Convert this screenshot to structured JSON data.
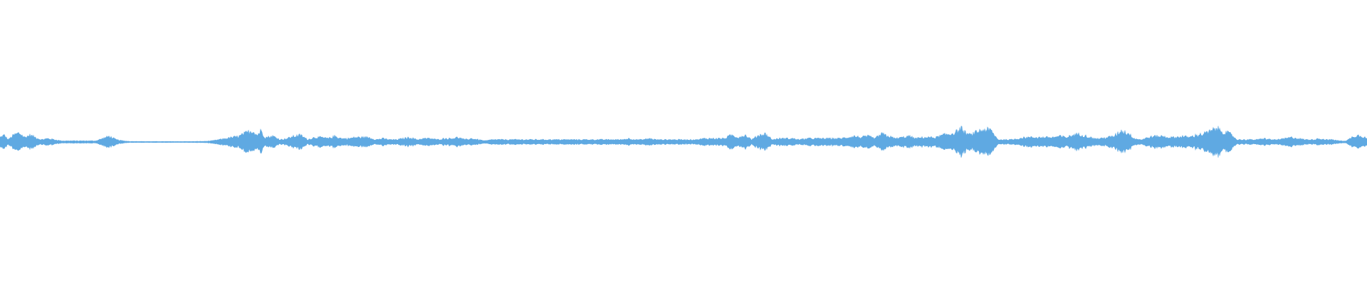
{
  "waveform": {
    "color": "#5fa9e2",
    "background": "#ffffff",
    "amplitude_envelope": [
      [
        0.0,
        0.04
      ],
      [
        0.003,
        0.06
      ],
      [
        0.006,
        0.02
      ],
      [
        0.01,
        0.06
      ],
      [
        0.014,
        0.08
      ],
      [
        0.018,
        0.04
      ],
      [
        0.022,
        0.06
      ],
      [
        0.026,
        0.04
      ],
      [
        0.03,
        0.02
      ],
      [
        0.035,
        0.03
      ],
      [
        0.04,
        0.02
      ],
      [
        0.045,
        0.01
      ],
      [
        0.05,
        0.01
      ],
      [
        0.055,
        0.01
      ],
      [
        0.06,
        0.01
      ],
      [
        0.065,
        0.01
      ],
      [
        0.07,
        0.01
      ],
      [
        0.075,
        0.03
      ],
      [
        0.08,
        0.05
      ],
      [
        0.085,
        0.02
      ],
      [
        0.09,
        0.01
      ],
      [
        0.095,
        0.005
      ],
      [
        0.1,
        0.005
      ],
      [
        0.11,
        0.004
      ],
      [
        0.12,
        0.004
      ],
      [
        0.125,
        0.004
      ],
      [
        0.13,
        0.004
      ],
      [
        0.135,
        0.004
      ],
      [
        0.14,
        0.004
      ],
      [
        0.15,
        0.006
      ],
      [
        0.155,
        0.01
      ],
      [
        0.16,
        0.02
      ],
      [
        0.165,
        0.03
      ],
      [
        0.17,
        0.04
      ],
      [
        0.175,
        0.05
      ],
      [
        0.18,
        0.08
      ],
      [
        0.185,
        0.1
      ],
      [
        0.188,
        0.06
      ],
      [
        0.191,
        0.1
      ],
      [
        0.194,
        0.04
      ],
      [
        0.2,
        0.05
      ],
      [
        0.205,
        0.02
      ],
      [
        0.21,
        0.03
      ],
      [
        0.215,
        0.05
      ],
      [
        0.22,
        0.06
      ],
      [
        0.225,
        0.02
      ],
      [
        0.23,
        0.04
      ],
      [
        0.235,
        0.04
      ],
      [
        0.24,
        0.03
      ],
      [
        0.245,
        0.05
      ],
      [
        0.25,
        0.03
      ],
      [
        0.255,
        0.03
      ],
      [
        0.26,
        0.04
      ],
      [
        0.265,
        0.04
      ],
      [
        0.27,
        0.04
      ],
      [
        0.275,
        0.02
      ],
      [
        0.28,
        0.03
      ],
      [
        0.285,
        0.02
      ],
      [
        0.29,
        0.02
      ],
      [
        0.295,
        0.03
      ],
      [
        0.3,
        0.04
      ],
      [
        0.305,
        0.02
      ],
      [
        0.31,
        0.03
      ],
      [
        0.315,
        0.03
      ],
      [
        0.32,
        0.02
      ],
      [
        0.325,
        0.03
      ],
      [
        0.33,
        0.03
      ],
      [
        0.335,
        0.04
      ],
      [
        0.34,
        0.02
      ],
      [
        0.345,
        0.03
      ],
      [
        0.35,
        0.02
      ],
      [
        0.355,
        0.01
      ],
      [
        0.36,
        0.02
      ],
      [
        0.365,
        0.02
      ],
      [
        0.37,
        0.02
      ],
      [
        0.375,
        0.02
      ],
      [
        0.38,
        0.02
      ],
      [
        0.385,
        0.02
      ],
      [
        0.39,
        0.02
      ],
      [
        0.395,
        0.02
      ],
      [
        0.4,
        0.02
      ],
      [
        0.405,
        0.02
      ],
      [
        0.41,
        0.02
      ],
      [
        0.415,
        0.02
      ],
      [
        0.42,
        0.02
      ],
      [
        0.425,
        0.02
      ],
      [
        0.43,
        0.02
      ],
      [
        0.435,
        0.02
      ],
      [
        0.44,
        0.02
      ],
      [
        0.445,
        0.02
      ],
      [
        0.45,
        0.02
      ],
      [
        0.455,
        0.02
      ],
      [
        0.46,
        0.03
      ],
      [
        0.465,
        0.02
      ],
      [
        0.47,
        0.02
      ],
      [
        0.475,
        0.03
      ],
      [
        0.48,
        0.02
      ],
      [
        0.485,
        0.02
      ],
      [
        0.49,
        0.02
      ],
      [
        0.495,
        0.02
      ],
      [
        0.5,
        0.02
      ],
      [
        0.505,
        0.02
      ],
      [
        0.51,
        0.02
      ],
      [
        0.515,
        0.03
      ],
      [
        0.52,
        0.03
      ],
      [
        0.525,
        0.03
      ],
      [
        0.53,
        0.03
      ],
      [
        0.535,
        0.06
      ],
      [
        0.54,
        0.04
      ],
      [
        0.545,
        0.06
      ],
      [
        0.55,
        0.02
      ],
      [
        0.555,
        0.06
      ],
      [
        0.56,
        0.07
      ],
      [
        0.565,
        0.02
      ],
      [
        0.57,
        0.03
      ],
      [
        0.575,
        0.03
      ],
      [
        0.58,
        0.03
      ],
      [
        0.585,
        0.02
      ],
      [
        0.59,
        0.03
      ],
      [
        0.595,
        0.03
      ],
      [
        0.6,
        0.03
      ],
      [
        0.605,
        0.03
      ],
      [
        0.61,
        0.03
      ],
      [
        0.615,
        0.03
      ],
      [
        0.62,
        0.04
      ],
      [
        0.625,
        0.05
      ],
      [
        0.63,
        0.04
      ],
      [
        0.635,
        0.05
      ],
      [
        0.64,
        0.03
      ],
      [
        0.645,
        0.07
      ],
      [
        0.65,
        0.05
      ],
      [
        0.655,
        0.03
      ],
      [
        0.66,
        0.04
      ],
      [
        0.665,
        0.05
      ],
      [
        0.67,
        0.03
      ],
      [
        0.675,
        0.04
      ],
      [
        0.68,
        0.04
      ],
      [
        0.685,
        0.04
      ],
      [
        0.69,
        0.06
      ],
      [
        0.695,
        0.07
      ],
      [
        0.7,
        0.09
      ],
      [
        0.703,
        0.12
      ],
      [
        0.706,
        0.08
      ],
      [
        0.71,
        0.06
      ],
      [
        0.715,
        0.09
      ],
      [
        0.72,
        0.11
      ],
      [
        0.725,
        0.1
      ],
      [
        0.73,
        0.02
      ],
      [
        0.735,
        0.02
      ],
      [
        0.74,
        0.02
      ],
      [
        0.745,
        0.03
      ],
      [
        0.75,
        0.04
      ],
      [
        0.755,
        0.04
      ],
      [
        0.76,
        0.04
      ],
      [
        0.765,
        0.04
      ],
      [
        0.77,
        0.04
      ],
      [
        0.775,
        0.05
      ],
      [
        0.78,
        0.04
      ],
      [
        0.785,
        0.06
      ],
      [
        0.79,
        0.07
      ],
      [
        0.795,
        0.05
      ],
      [
        0.8,
        0.03
      ],
      [
        0.805,
        0.03
      ],
      [
        0.81,
        0.04
      ],
      [
        0.815,
        0.05
      ],
      [
        0.82,
        0.1
      ],
      [
        0.825,
        0.08
      ],
      [
        0.83,
        0.03
      ],
      [
        0.835,
        0.02
      ],
      [
        0.84,
        0.04
      ],
      [
        0.845,
        0.05
      ],
      [
        0.85,
        0.05
      ],
      [
        0.855,
        0.04
      ],
      [
        0.86,
        0.04
      ],
      [
        0.865,
        0.05
      ],
      [
        0.87,
        0.04
      ],
      [
        0.875,
        0.06
      ],
      [
        0.88,
        0.07
      ],
      [
        0.885,
        0.09
      ],
      [
        0.89,
        0.12
      ],
      [
        0.895,
        0.09
      ],
      [
        0.9,
        0.07
      ],
      [
        0.905,
        0.02
      ],
      [
        0.91,
        0.02
      ],
      [
        0.915,
        0.02
      ],
      [
        0.92,
        0.02
      ],
      [
        0.925,
        0.03
      ],
      [
        0.93,
        0.02
      ],
      [
        0.935,
        0.02
      ],
      [
        0.94,
        0.03
      ],
      [
        0.945,
        0.04
      ],
      [
        0.95,
        0.03
      ],
      [
        0.955,
        0.02
      ],
      [
        0.96,
        0.02
      ],
      [
        0.965,
        0.03
      ],
      [
        0.97,
        0.02
      ],
      [
        0.975,
        0.02
      ],
      [
        0.98,
        0.01
      ],
      [
        0.985,
        0.01
      ],
      [
        0.99,
        0.05
      ],
      [
        0.995,
        0.06
      ],
      [
        1.0,
        0.03
      ]
    ]
  }
}
